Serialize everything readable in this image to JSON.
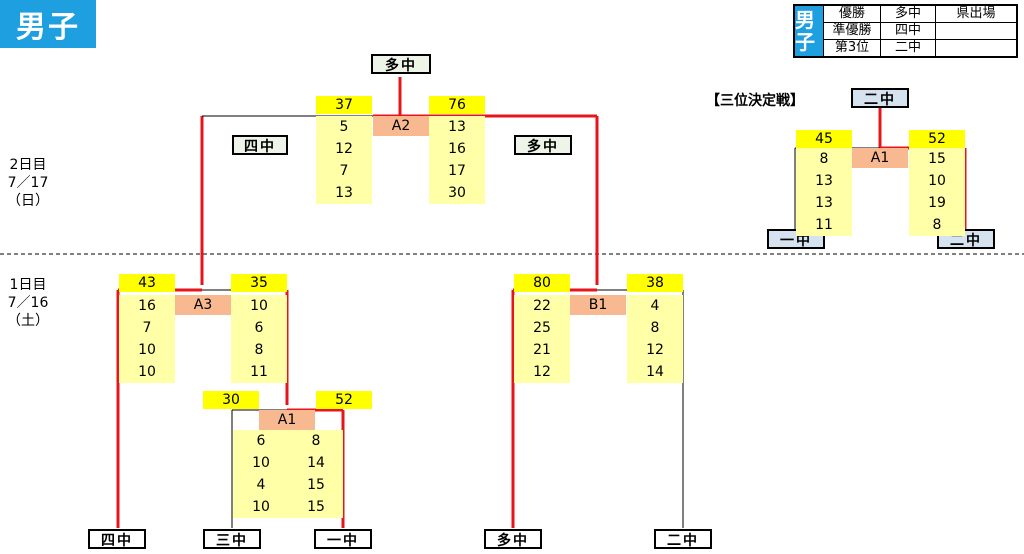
{
  "header": {
    "title": "男子"
  },
  "results": {
    "side_label": "男子",
    "rows": [
      {
        "label": "優勝",
        "team": "多中",
        "extra": "県出場"
      },
      {
        "label": "準優勝",
        "team": "四中",
        "extra": ""
      },
      {
        "label": "第3位",
        "team": "二中",
        "extra": ""
      }
    ]
  },
  "days": {
    "day2": {
      "line1": "2日目",
      "line2": "7／17",
      "line3": "（日）"
    },
    "day1": {
      "line1": "1日目",
      "line2": "7／16",
      "line3": "（土）"
    }
  },
  "third_place_label": "【三位決定戦】",
  "teams": {
    "top_winner": "多中",
    "final_left": "四中",
    "final_right": "多中",
    "third_winner": "二中",
    "third_left": "一中",
    "third_right": "二中",
    "bottom_yon": "四中",
    "bottom_san": "三中",
    "bottom_ichi": "一中",
    "bottom_ta": "多中",
    "bottom_ni": "二中"
  },
  "matches": {
    "final": {
      "id": "A2",
      "left_total": "37",
      "right_total": "76",
      "left_scores": [
        "5",
        "12",
        "7",
        "13"
      ],
      "right_scores": [
        "13",
        "16",
        "17",
        "30"
      ]
    },
    "third": {
      "id": "A1",
      "left_total": "45",
      "right_total": "52",
      "left_scores": [
        "8",
        "13",
        "13",
        "11"
      ],
      "right_scores": [
        "15",
        "10",
        "19",
        "8"
      ]
    },
    "a3": {
      "id": "A3",
      "left_total": "43",
      "right_total": "35",
      "left_scores": [
        "16",
        "7",
        "10",
        "10"
      ],
      "right_scores": [
        "10",
        "6",
        "8",
        "11"
      ]
    },
    "b1": {
      "id": "B1",
      "left_total": "80",
      "right_total": "38",
      "left_scores": [
        "22",
        "25",
        "21",
        "12"
      ],
      "right_scores": [
        "4",
        "8",
        "12",
        "14"
      ]
    },
    "a1": {
      "id": "A1",
      "left_total": "30",
      "right_total": "52",
      "left_scores": [
        "6",
        "10",
        "4",
        "10"
      ],
      "right_scores": [
        "8",
        "14",
        "15",
        "15"
      ]
    }
  },
  "colors": {
    "title_bg": "#1e9fe0",
    "winner_line": "#e8141c",
    "total_bg": "#ffff00",
    "score_bg": "#ffffa8",
    "match_bg": "#f8b890"
  }
}
